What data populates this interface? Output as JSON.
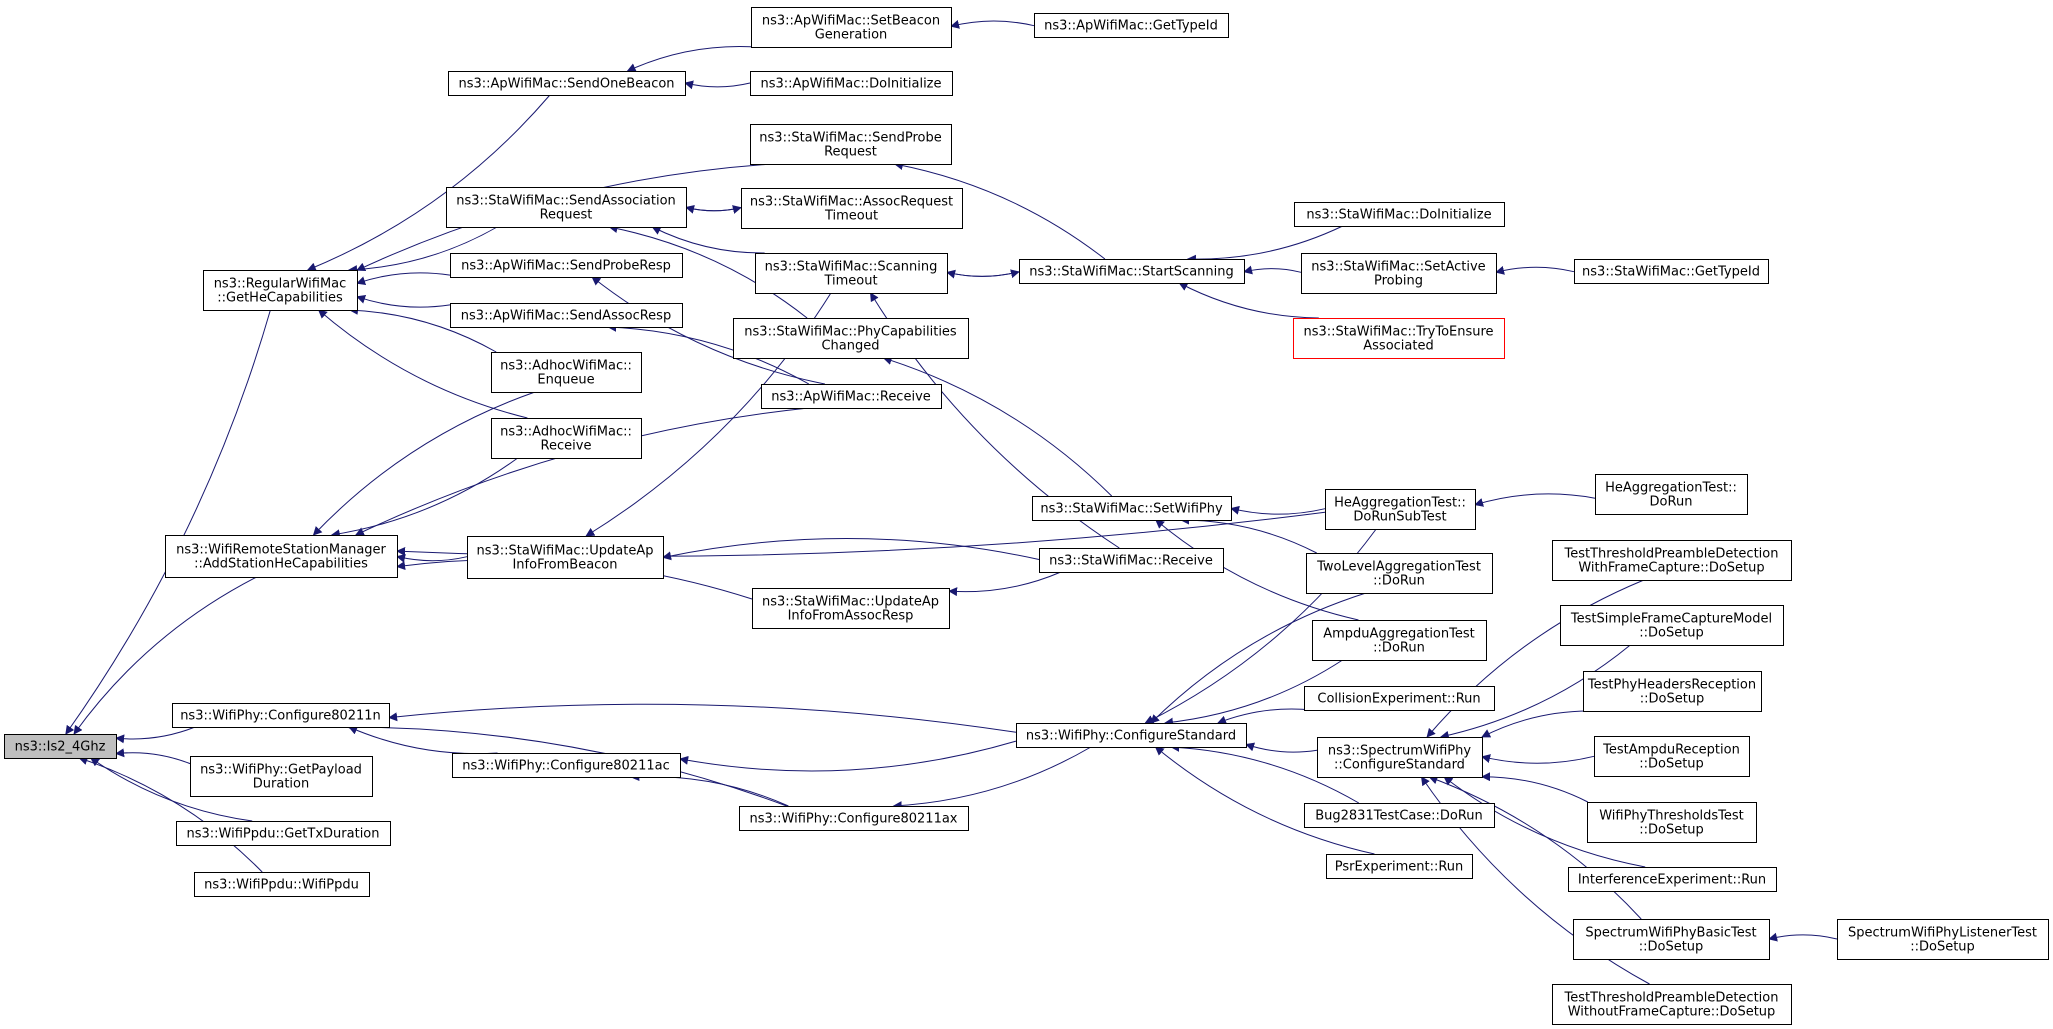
{
  "colors": {
    "edge": "#191970",
    "node_border": "#000000",
    "node_highlight_border": "#ff0000",
    "root_fill": "#bfbfbf",
    "background": "#ffffff"
  },
  "nodes": [
    {
      "id": "is2_4ghz",
      "lines": [
        "ns3::Is2_4Ghz"
      ],
      "root": true
    },
    {
      "id": "regular_gethe",
      "lines": [
        "ns3::RegularWifiMac",
        "::GetHeCapabilities"
      ]
    },
    {
      "id": "wrsm_addhe",
      "lines": [
        "ns3::WifiRemoteStationManager",
        "::AddStationHeCapabilities"
      ]
    },
    {
      "id": "phy_conf_n",
      "lines": [
        "ns3::WifiPhy::Configure80211n"
      ]
    },
    {
      "id": "phy_getpayload",
      "lines": [
        "ns3::WifiPhy::GetPayload",
        "Duration"
      ]
    },
    {
      "id": "ppdu_gettx",
      "lines": [
        "ns3::WifiPpdu::GetTxDuration"
      ]
    },
    {
      "id": "ppdu_ctor",
      "lines": [
        "ns3::WifiPpdu::WifiPpdu"
      ]
    },
    {
      "id": "ap_sendonebeacon",
      "lines": [
        "ns3::ApWifiMac::SendOneBeacon"
      ]
    },
    {
      "id": "sta_sendassoc",
      "lines": [
        "ns3::StaWifiMac::SendAssociation",
        "Request"
      ]
    },
    {
      "id": "ap_sendproberesp",
      "lines": [
        "ns3::ApWifiMac::SendProbeResp"
      ]
    },
    {
      "id": "ap_sendassocresp",
      "lines": [
        "ns3::ApWifiMac::SendAssocResp"
      ]
    },
    {
      "id": "adhoc_enqueue",
      "lines": [
        "ns3::AdhocWifiMac::",
        "Enqueue"
      ]
    },
    {
      "id": "adhoc_receive",
      "lines": [
        "ns3::AdhocWifiMac::",
        "Receive"
      ]
    },
    {
      "id": "sta_updateap_beacon",
      "lines": [
        "ns3::StaWifiMac::UpdateAp",
        "InfoFromBeacon"
      ]
    },
    {
      "id": "phy_conf_ac",
      "lines": [
        "ns3::WifiPhy::Configure80211ac"
      ]
    },
    {
      "id": "ap_setbeacongen",
      "lines": [
        "ns3::ApWifiMac::SetBeacon",
        "Generation"
      ]
    },
    {
      "id": "ap_doinit",
      "lines": [
        "ns3::ApWifiMac::DoInitialize"
      ]
    },
    {
      "id": "sta_sendprobe",
      "lines": [
        "ns3::StaWifiMac::SendProbe",
        "Request"
      ]
    },
    {
      "id": "sta_assoctimeout",
      "lines": [
        "ns3::StaWifiMac::AssocRequest",
        "Timeout"
      ]
    },
    {
      "id": "sta_scantimeout",
      "lines": [
        "ns3::StaWifiMac::Scanning",
        "Timeout"
      ]
    },
    {
      "id": "sta_phycap",
      "lines": [
        "ns3::StaWifiMac::PhyCapabilities",
        "Changed"
      ]
    },
    {
      "id": "ap_receive",
      "lines": [
        "ns3::ApWifiMac::Receive"
      ]
    },
    {
      "id": "sta_updateap_assoc",
      "lines": [
        "ns3::StaWifiMac::UpdateAp",
        "InfoFromAssocResp"
      ]
    },
    {
      "id": "phy_conf_ax",
      "lines": [
        "ns3::WifiPhy::Configure80211ax"
      ]
    },
    {
      "id": "ap_gettypeid",
      "lines": [
        "ns3::ApWifiMac::GetTypeId"
      ]
    },
    {
      "id": "sta_startscan",
      "lines": [
        "ns3::StaWifiMac::StartScanning"
      ]
    },
    {
      "id": "sta_setwifiphy",
      "lines": [
        "ns3::StaWifiMac::SetWifiPhy"
      ]
    },
    {
      "id": "sta_receive",
      "lines": [
        "ns3::StaWifiMac::Receive"
      ]
    },
    {
      "id": "phy_confstd",
      "lines": [
        "ns3::WifiPhy::ConfigureStandard"
      ]
    },
    {
      "id": "sta_doinit",
      "lines": [
        "ns3::StaWifiMac::DoInitialize"
      ]
    },
    {
      "id": "sta_setactive",
      "lines": [
        "ns3::StaWifiMac::SetActive",
        "Probing"
      ]
    },
    {
      "id": "sta_tryensure",
      "lines": [
        "ns3::StaWifiMac::TryToEnsure",
        "Associated"
      ],
      "highlight": true
    },
    {
      "id": "heagg_dorunsub",
      "lines": [
        "HeAggregationTest::",
        "DoRunSubTest"
      ]
    },
    {
      "id": "twolevel_dorun",
      "lines": [
        "TwoLevelAggregationTest",
        "::DoRun"
      ]
    },
    {
      "id": "ampdu_dorun",
      "lines": [
        "AmpduAggregationTest",
        "::DoRun"
      ]
    },
    {
      "id": "collision_run",
      "lines": [
        "CollisionExperiment::Run"
      ]
    },
    {
      "id": "spec_confstd",
      "lines": [
        "ns3::SpectrumWifiPhy",
        "::ConfigureStandard"
      ]
    },
    {
      "id": "bug2831_dorun",
      "lines": [
        "Bug2831TestCase::DoRun"
      ]
    },
    {
      "id": "psr_run",
      "lines": [
        "PsrExperiment::Run"
      ]
    },
    {
      "id": "sta_gettypeid",
      "lines": [
        "ns3::StaWifiMac::GetTypeId"
      ]
    },
    {
      "id": "heagg_dorun",
      "lines": [
        "HeAggregationTest::",
        "DoRun"
      ]
    },
    {
      "id": "tt_withcap",
      "lines": [
        "TestThresholdPreambleDetection",
        "WithFrameCapture::DoSetup"
      ]
    },
    {
      "id": "tt_simplecap",
      "lines": [
        "TestSimpleFrameCaptureModel",
        "::DoSetup"
      ]
    },
    {
      "id": "tt_headers",
      "lines": [
        "TestPhyHeadersReception",
        "::DoSetup"
      ]
    },
    {
      "id": "tt_ampdurx",
      "lines": [
        "TestAmpduReception",
        "::DoSetup"
      ]
    },
    {
      "id": "tt_thresholds",
      "lines": [
        "WifiPhyThresholdsTest",
        "::DoSetup"
      ]
    },
    {
      "id": "interference_run",
      "lines": [
        "InterferenceExperiment::Run"
      ]
    },
    {
      "id": "spec_basic",
      "lines": [
        "SpectrumWifiPhyBasicTest",
        "::DoSetup"
      ]
    },
    {
      "id": "tt_withoutcap",
      "lines": [
        "TestThresholdPreambleDetection",
        "WithoutFrameCapture::DoSetup"
      ]
    },
    {
      "id": "spec_listener",
      "lines": [
        "SpectrumWifiPhyListenerTest",
        "::DoSetup"
      ]
    }
  ],
  "edges": [
    [
      "regular_gethe",
      "is2_4ghz"
    ],
    [
      "wrsm_addhe",
      "is2_4ghz"
    ],
    [
      "phy_conf_n",
      "is2_4ghz"
    ],
    [
      "phy_getpayload",
      "is2_4ghz"
    ],
    [
      "ppdu_gettx",
      "is2_4ghz"
    ],
    [
      "ppdu_ctor",
      "is2_4ghz"
    ],
    [
      "ap_sendonebeacon",
      "regular_gethe"
    ],
    [
      "sta_sendprobe",
      "regular_gethe"
    ],
    [
      "sta_sendassoc",
      "regular_gethe"
    ],
    [
      "ap_sendproberesp",
      "regular_gethe"
    ],
    [
      "ap_sendassocresp",
      "regular_gethe"
    ],
    [
      "adhoc_enqueue",
      "regular_gethe"
    ],
    [
      "adhoc_receive",
      "regular_gethe"
    ],
    [
      "adhoc_enqueue",
      "wrsm_addhe"
    ],
    [
      "adhoc_receive",
      "wrsm_addhe"
    ],
    [
      "ap_receive",
      "wrsm_addhe"
    ],
    [
      "sta_updateap_beacon",
      "wrsm_addhe"
    ],
    [
      "sta_updateap_assoc",
      "wrsm_addhe"
    ],
    [
      "heagg_dorunsub",
      "wrsm_addhe"
    ],
    [
      "phy_confstd",
      "phy_conf_n"
    ],
    [
      "phy_conf_ac",
      "phy_conf_n"
    ],
    [
      "phy_conf_ax",
      "phy_conf_n"
    ],
    [
      "phy_confstd",
      "phy_conf_ac"
    ],
    [
      "phy_conf_ax",
      "phy_conf_ac"
    ],
    [
      "phy_confstd",
      "phy_conf_ax"
    ],
    [
      "ap_setbeacongen",
      "ap_sendonebeacon"
    ],
    [
      "ap_doinit",
      "ap_sendonebeacon"
    ],
    [
      "ap_gettypeid",
      "ap_setbeacongen"
    ],
    [
      "sta_assoctimeout",
      "sta_sendassoc"
    ],
    [
      "sta_sendassoc",
      "sta_assoctimeout"
    ],
    [
      "sta_scantimeout",
      "sta_sendassoc"
    ],
    [
      "sta_phycap",
      "sta_sendassoc"
    ],
    [
      "ap_receive",
      "ap_sendproberesp"
    ],
    [
      "ap_receive",
      "ap_sendassocresp"
    ],
    [
      "sta_scantimeout",
      "sta_updateap_beacon"
    ],
    [
      "sta_receive",
      "sta_updateap_beacon"
    ],
    [
      "sta_receive",
      "sta_updateap_assoc"
    ],
    [
      "sta_startscan",
      "sta_sendprobe"
    ],
    [
      "sta_startscan",
      "sta_scantimeout"
    ],
    [
      "sta_scantimeout",
      "sta_startscan"
    ],
    [
      "sta_receive",
      "sta_scantimeout"
    ],
    [
      "sta_setwifiphy",
      "sta_phycap"
    ],
    [
      "sta_doinit",
      "sta_startscan"
    ],
    [
      "sta_setactive",
      "sta_startscan"
    ],
    [
      "sta_tryensure",
      "sta_startscan"
    ],
    [
      "sta_gettypeid",
      "sta_setactive"
    ],
    [
      "heagg_dorunsub",
      "sta_setwifiphy"
    ],
    [
      "twolevel_dorun",
      "sta_setwifiphy"
    ],
    [
      "ampdu_dorun",
      "sta_setwifiphy"
    ],
    [
      "heagg_dorun",
      "heagg_dorunsub"
    ],
    [
      "heagg_dorunsub",
      "phy_confstd"
    ],
    [
      "twolevel_dorun",
      "phy_confstd"
    ],
    [
      "ampdu_dorun",
      "phy_confstd"
    ],
    [
      "collision_run",
      "phy_confstd"
    ],
    [
      "spec_confstd",
      "phy_confstd"
    ],
    [
      "bug2831_dorun",
      "phy_confstd"
    ],
    [
      "psr_run",
      "phy_confstd"
    ],
    [
      "tt_withcap",
      "spec_confstd"
    ],
    [
      "tt_simplecap",
      "spec_confstd"
    ],
    [
      "tt_headers",
      "spec_confstd"
    ],
    [
      "tt_ampdurx",
      "spec_confstd"
    ],
    [
      "tt_thresholds",
      "spec_confstd"
    ],
    [
      "interference_run",
      "spec_confstd"
    ],
    [
      "spec_basic",
      "spec_confstd"
    ],
    [
      "tt_withoutcap",
      "spec_confstd"
    ],
    [
      "spec_listener",
      "spec_basic"
    ]
  ]
}
